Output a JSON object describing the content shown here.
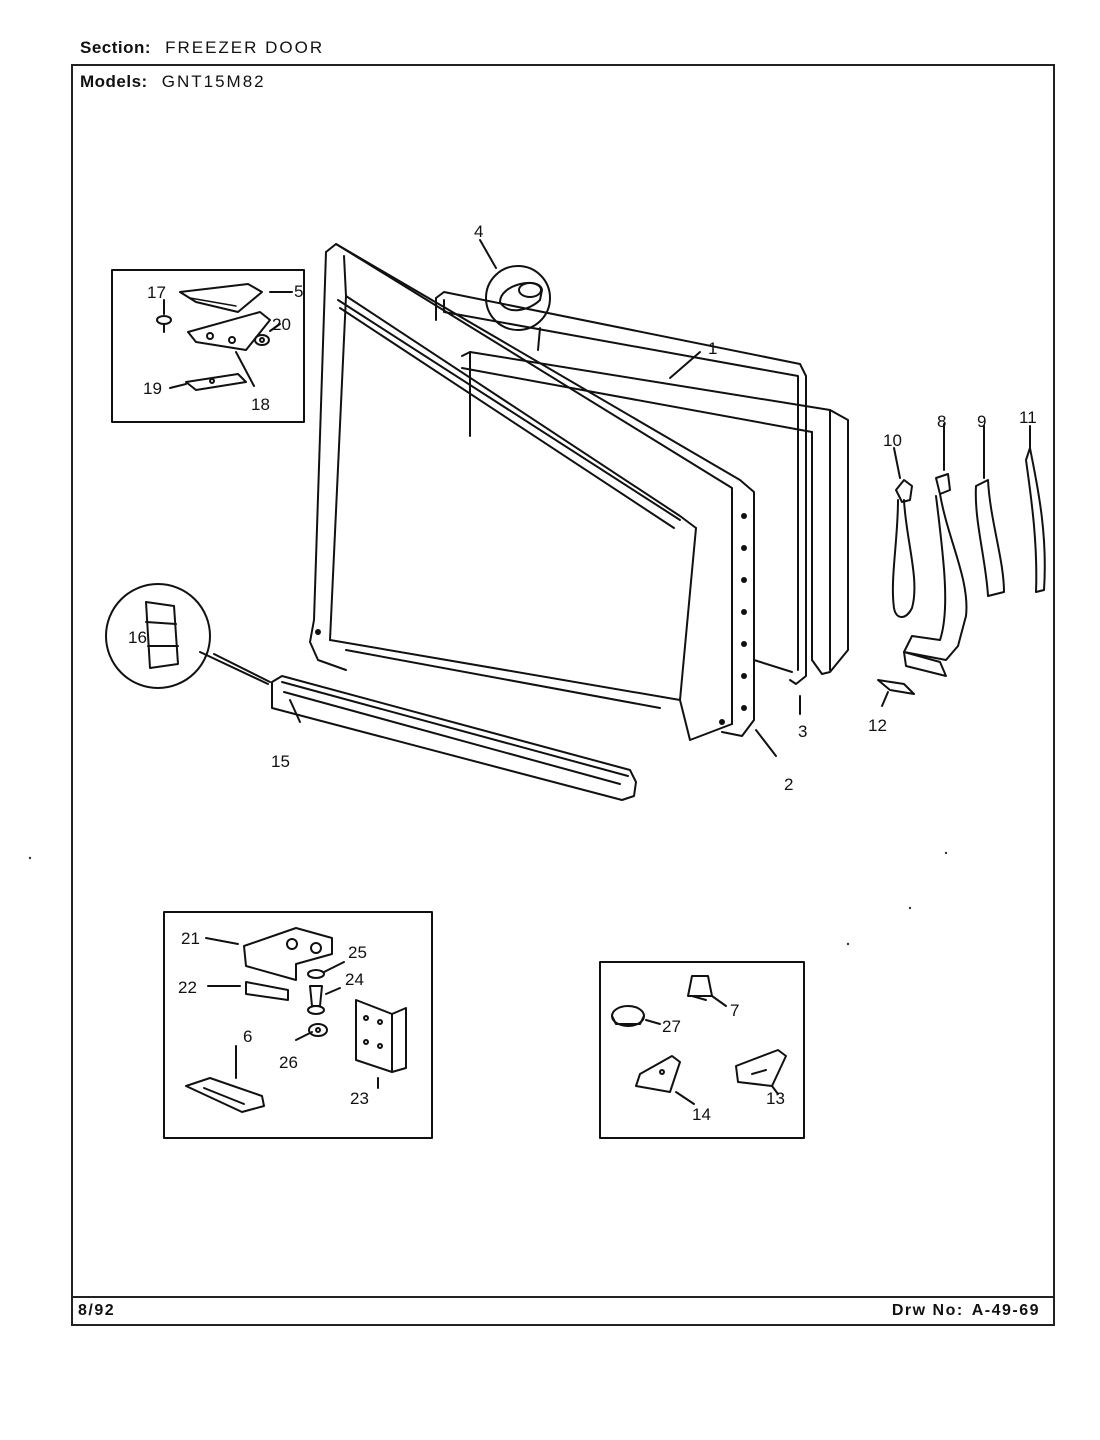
{
  "header": {
    "section_label": "Section:",
    "section_value": "FREEZER DOOR",
    "models_label": "Models:",
    "models_value": "GNT15M82"
  },
  "footer": {
    "date": "8/92",
    "drawing_label": "Drw No:",
    "drawing_number": "A-49-69"
  },
  "callouts": {
    "c1": "1",
    "c2": "2",
    "c3": "3",
    "c4": "4",
    "c5": "5",
    "c6": "6",
    "c7": "7",
    "c8": "8",
    "c9": "9",
    "c10": "10",
    "c11": "11",
    "c12": "12",
    "c13": "13",
    "c14": "14",
    "c15": "15",
    "c16": "16",
    "c17": "17",
    "c18": "18",
    "c19": "19",
    "c20": "20",
    "c21": "21",
    "c22": "22",
    "c23": "23",
    "c24": "24",
    "c25": "25",
    "c26": "26",
    "c27": "27"
  }
}
